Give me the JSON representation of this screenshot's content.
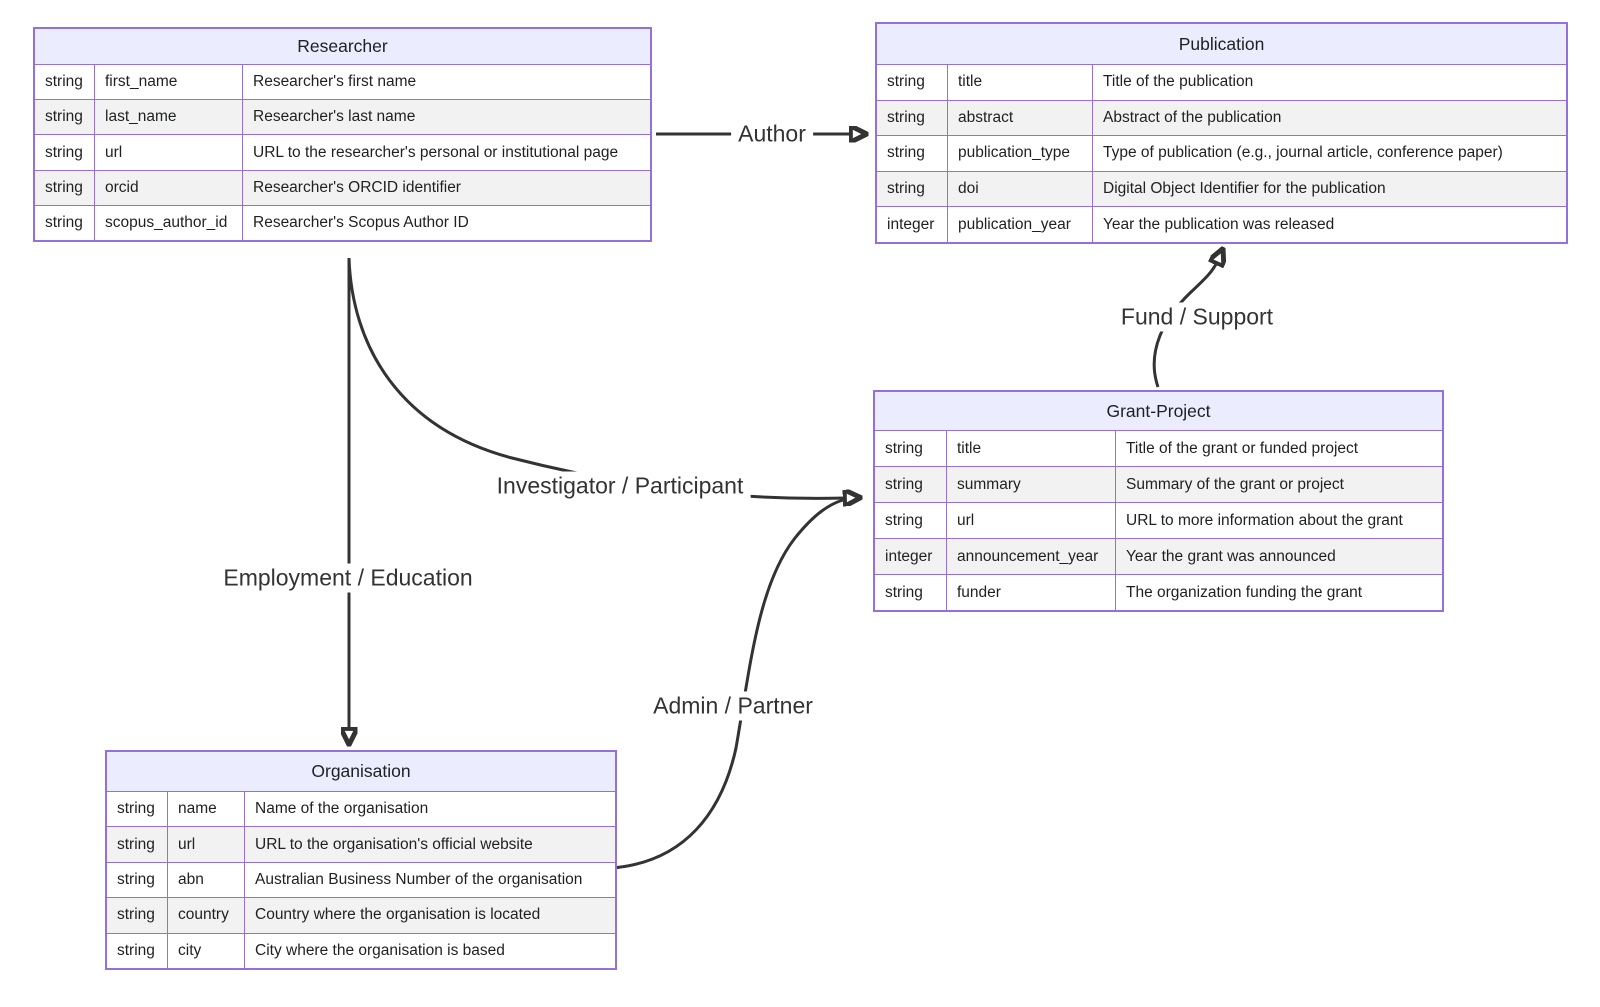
{
  "entities": {
    "researcher": {
      "title": "Researcher",
      "rows": [
        {
          "type": "string",
          "name": "first_name",
          "comment": "Researcher's first name"
        },
        {
          "type": "string",
          "name": "last_name",
          "comment": "Researcher's last name"
        },
        {
          "type": "string",
          "name": "url",
          "comment": "URL to the researcher's personal or institutional page"
        },
        {
          "type": "string",
          "name": "orcid",
          "comment": "Researcher's ORCID identifier"
        },
        {
          "type": "string",
          "name": "scopus_author_id",
          "comment": "Researcher's Scopus Author ID"
        }
      ]
    },
    "publication": {
      "title": "Publication",
      "rows": [
        {
          "type": "string",
          "name": "title",
          "comment": "Title of the publication"
        },
        {
          "type": "string",
          "name": "abstract",
          "comment": "Abstract of the publication"
        },
        {
          "type": "string",
          "name": "publication_type",
          "comment": "Type of publication (e.g., journal article, conference paper)"
        },
        {
          "type": "string",
          "name": "doi",
          "comment": "Digital Object Identifier for the publication"
        },
        {
          "type": "integer",
          "name": "publication_year",
          "comment": "Year the publication was released"
        }
      ]
    },
    "grant_project": {
      "title": "Grant-Project",
      "rows": [
        {
          "type": "string",
          "name": "title",
          "comment": "Title of the grant or funded project"
        },
        {
          "type": "string",
          "name": "summary",
          "comment": "Summary of the grant or project"
        },
        {
          "type": "string",
          "name": "url",
          "comment": "URL to more information about the grant"
        },
        {
          "type": "integer",
          "name": "announcement_year",
          "comment": "Year the grant was announced"
        },
        {
          "type": "string",
          "name": "funder",
          "comment": "The organization funding the grant"
        }
      ]
    },
    "organisation": {
      "title": "Organisation",
      "rows": [
        {
          "type": "string",
          "name": "name",
          "comment": "Name of the organisation"
        },
        {
          "type": "string",
          "name": "url",
          "comment": "URL to the organisation's official website"
        },
        {
          "type": "string",
          "name": "abn",
          "comment": "Australian Business Number of the organisation"
        },
        {
          "type": "string",
          "name": "country",
          "comment": "Country where the organisation is located"
        },
        {
          "type": "string",
          "name": "city",
          "comment": "City where the organisation is based"
        }
      ]
    }
  },
  "relationships": {
    "author": {
      "label": "Author",
      "from": "Researcher",
      "to": "Publication"
    },
    "fund_support": {
      "label": "Fund / Support",
      "from": "Grant-Project",
      "to": "Publication"
    },
    "investigator_participant": {
      "label": "Investigator / Participant",
      "from": "Researcher",
      "to": "Grant-Project"
    },
    "employment_education": {
      "label": "Employment / Education",
      "from": "Researcher",
      "to": "Organisation"
    },
    "admin_partner": {
      "label": "Admin / Partner",
      "from": "Organisation",
      "to": "Grant-Project"
    }
  },
  "colors": {
    "entity_header_fill": "#ECECFF",
    "entity_border": "#9370DB",
    "row_alt_fill": "#f2f2f2",
    "row_fill": "#ffffff",
    "edge_stroke": "#333333",
    "text": "#1f2020"
  }
}
